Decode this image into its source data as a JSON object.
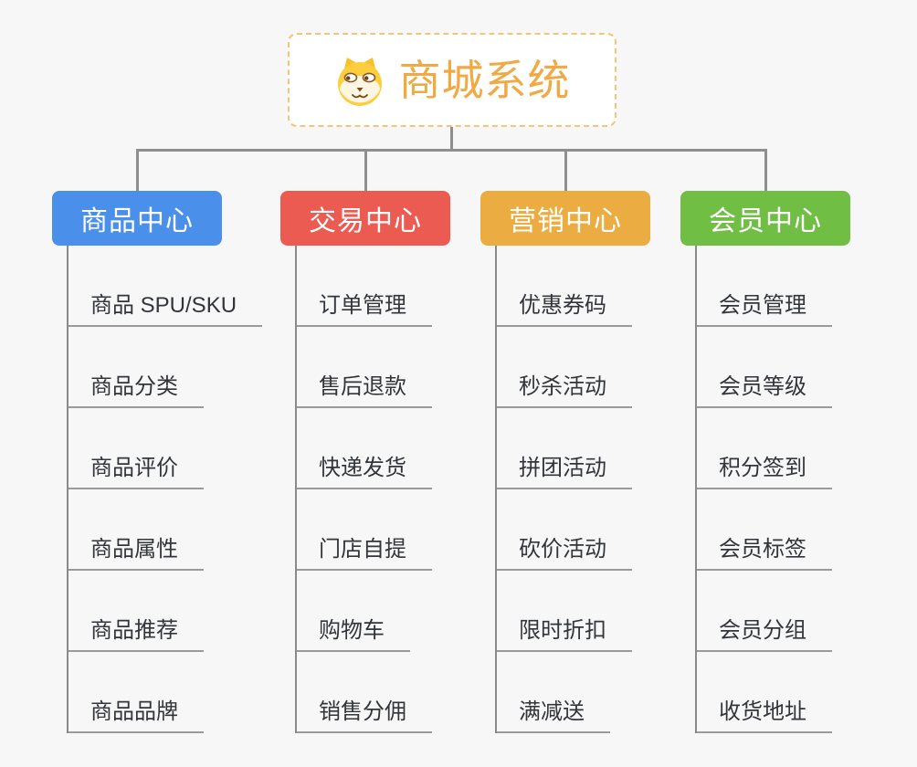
{
  "root": {
    "title": "商城系统",
    "icon": "dog-icon",
    "title_color": "#f0a943",
    "border_color": "#f4c577",
    "background": "#ffffff"
  },
  "canvas_background": "#f7f7f7",
  "connector_color": "#8f8f8f",
  "item_text_color": "#32353a",
  "underline_color": "#9a9a9a",
  "branches": [
    {
      "label": "商品中心",
      "color": "#4a8fe9",
      "items": [
        "商品 SPU/SKU",
        "商品分类",
        "商品评价",
        "商品属性",
        "商品推荐",
        "商品品牌"
      ]
    },
    {
      "label": "交易中心",
      "color": "#ec5b52",
      "items": [
        "订单管理",
        "售后退款",
        "快递发货",
        "门店自提",
        "购物车",
        "销售分佣"
      ]
    },
    {
      "label": "营销中心",
      "color": "#ebad41",
      "items": [
        "优惠券码",
        "秒杀活动",
        "拼团活动",
        "砍价活动",
        "限时折扣",
        "满减送"
      ]
    },
    {
      "label": "会员中心",
      "color": "#71be45",
      "items": [
        "会员管理",
        "会员等级",
        "积分签到",
        "会员标签",
        "会员分组",
        "收货地址"
      ]
    }
  ]
}
